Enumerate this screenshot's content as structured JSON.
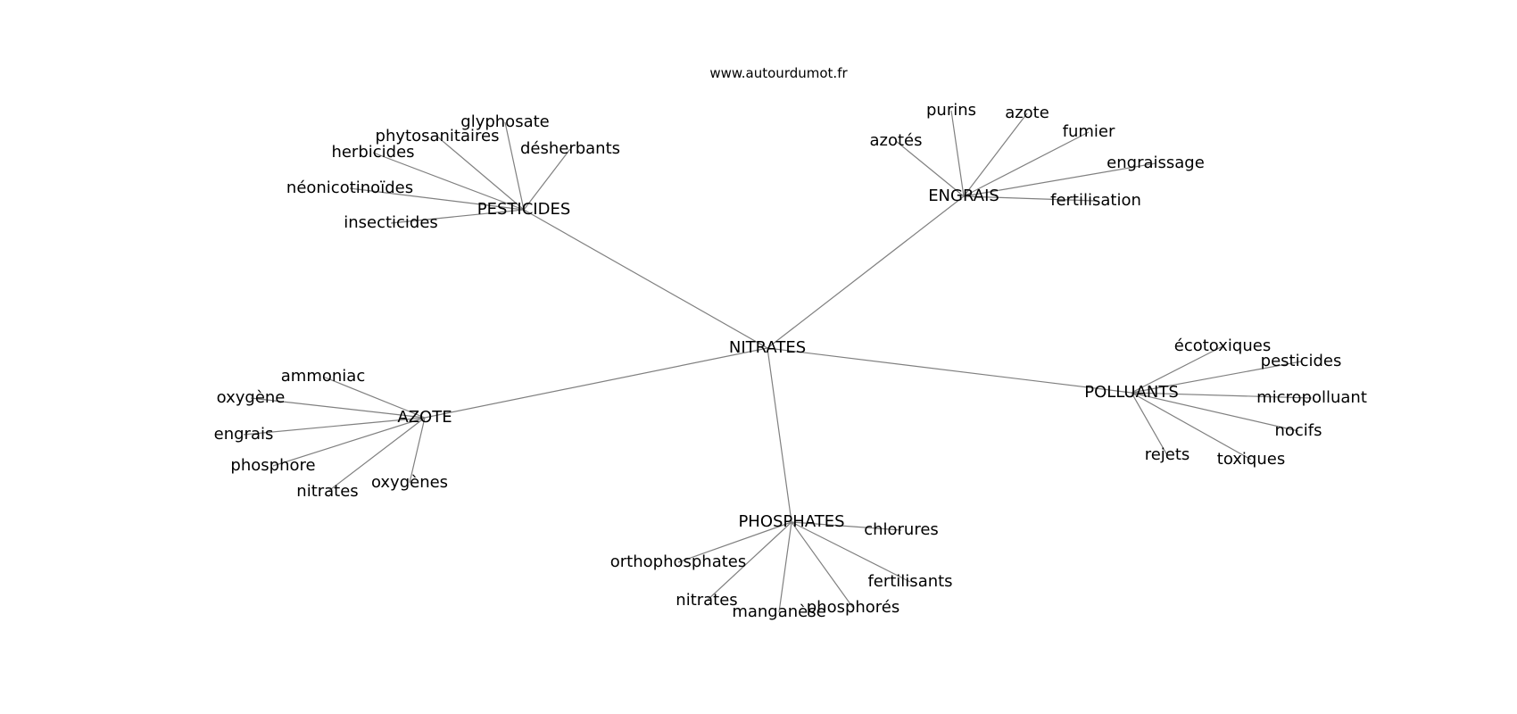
{
  "source": "www.autourdumot.fr",
  "graph": {
    "nodes": [
      {
        "id": "nitrates_c",
        "label": "NITRATES"
      },
      {
        "id": "pesticides",
        "label": "PESTICIDES"
      },
      {
        "id": "engrais",
        "label": "ENGRAIS"
      },
      {
        "id": "azote_c",
        "label": "AZOTE"
      },
      {
        "id": "polluants",
        "label": "POLLUANTS"
      },
      {
        "id": "phosphates",
        "label": "PHOSPHATES"
      },
      {
        "id": "glyphosate",
        "label": "glyphosate"
      },
      {
        "id": "phytosanitaires",
        "label": "phytosanitaires"
      },
      {
        "id": "herbicides",
        "label": "herbicides"
      },
      {
        "id": "desherbants",
        "label": "désherbants"
      },
      {
        "id": "neonicotinoides",
        "label": "néonicotinoïdes"
      },
      {
        "id": "insecticides",
        "label": "insecticides"
      },
      {
        "id": "purins",
        "label": "purins"
      },
      {
        "id": "azote_e",
        "label": "azote"
      },
      {
        "id": "azotes",
        "label": "azotés"
      },
      {
        "id": "fumier",
        "label": "fumier"
      },
      {
        "id": "engraissage",
        "label": "engraissage"
      },
      {
        "id": "fertilisation",
        "label": "fertilisation"
      },
      {
        "id": "ammoniac",
        "label": "ammoniac"
      },
      {
        "id": "oxygene",
        "label": "oxygène"
      },
      {
        "id": "engrais_a",
        "label": "engrais"
      },
      {
        "id": "phosphore",
        "label": "phosphore"
      },
      {
        "id": "nitrates_a",
        "label": "nitrates"
      },
      {
        "id": "oxygenes",
        "label": "oxygènes"
      },
      {
        "id": "ecotoxiques",
        "label": "écotoxiques"
      },
      {
        "id": "pesticides_p",
        "label": "pesticides"
      },
      {
        "id": "micropolluant",
        "label": "micropolluant"
      },
      {
        "id": "nocifs",
        "label": "nocifs"
      },
      {
        "id": "rejets",
        "label": "rejets"
      },
      {
        "id": "toxiques",
        "label": "toxiques"
      },
      {
        "id": "chlorures",
        "label": "chlorures"
      },
      {
        "id": "orthophosphates",
        "label": "orthophosphates"
      },
      {
        "id": "fertilisants",
        "label": "fertilisants"
      },
      {
        "id": "nitrates_p",
        "label": "nitrates"
      },
      {
        "id": "manganese",
        "label": "manganèse"
      },
      {
        "id": "phosphores",
        "label": "phosphorés"
      }
    ],
    "edges": [
      [
        "nitrates_c",
        "pesticides"
      ],
      [
        "nitrates_c",
        "engrais"
      ],
      [
        "nitrates_c",
        "azote_c"
      ],
      [
        "nitrates_c",
        "polluants"
      ],
      [
        "nitrates_c",
        "phosphates"
      ],
      [
        "pesticides",
        "glyphosate"
      ],
      [
        "pesticides",
        "phytosanitaires"
      ],
      [
        "pesticides",
        "herbicides"
      ],
      [
        "pesticides",
        "desherbants"
      ],
      [
        "pesticides",
        "neonicotinoides"
      ],
      [
        "pesticides",
        "insecticides"
      ],
      [
        "engrais",
        "purins"
      ],
      [
        "engrais",
        "azote_e"
      ],
      [
        "engrais",
        "azotes"
      ],
      [
        "engrais",
        "fumier"
      ],
      [
        "engrais",
        "engraissage"
      ],
      [
        "engrais",
        "fertilisation"
      ],
      [
        "azote_c",
        "ammoniac"
      ],
      [
        "azote_c",
        "oxygene"
      ],
      [
        "azote_c",
        "engrais_a"
      ],
      [
        "azote_c",
        "phosphore"
      ],
      [
        "azote_c",
        "nitrates_a"
      ],
      [
        "azote_c",
        "oxygenes"
      ],
      [
        "polluants",
        "ecotoxiques"
      ],
      [
        "polluants",
        "pesticides_p"
      ],
      [
        "polluants",
        "micropolluant"
      ],
      [
        "polluants",
        "nocifs"
      ],
      [
        "polluants",
        "rejets"
      ],
      [
        "polluants",
        "toxiques"
      ],
      [
        "phosphates",
        "chlorures"
      ],
      [
        "phosphates",
        "orthophosphates"
      ],
      [
        "phosphates",
        "fertilisants"
      ],
      [
        "phosphates",
        "nitrates_p"
      ],
      [
        "phosphates",
        "manganese"
      ],
      [
        "phosphates",
        "phosphores"
      ]
    ]
  }
}
